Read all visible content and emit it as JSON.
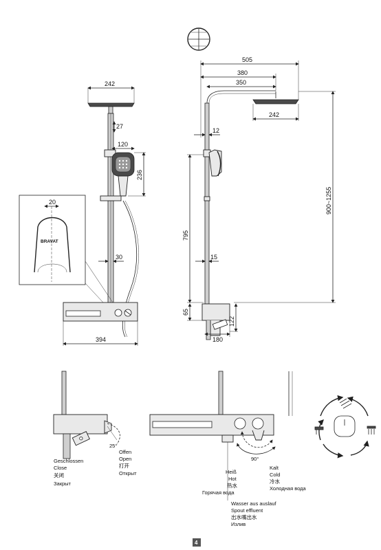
{
  "symbols": {
    "top": "crosshair-install-icon"
  },
  "front_view": {
    "dim_head_width": "242",
    "dim_head_gap": "27",
    "dim_hand_width": "120",
    "dim_hand_height": "236",
    "dim_rail": "30",
    "dim_base_width": "394"
  },
  "detail": {
    "dim_width": "20",
    "brand": "BRAVAT"
  },
  "side_view": {
    "dim_total": "505",
    "dim_arm": "380",
    "dim_arm_inner": "350",
    "dim_head": "242",
    "dim_wall": "12",
    "dim_height_range": "900~1255",
    "dim_mid": "795",
    "dim_holder": "15",
    "dim_base_height": "65",
    "dim_valve": "122",
    "dim_depth": "180"
  },
  "bottom_left": {
    "angle": "25°",
    "open_labels": [
      "Offen",
      "Open",
      "打开",
      "Открыт"
    ],
    "close_labels": [
      "Geschlossen",
      "Close",
      "关闭",
      "Закрыт"
    ]
  },
  "bottom_center": {
    "angle": "90°",
    "hot_labels": [
      "Heiß",
      "Hot",
      "热水",
      "Горячая вода"
    ],
    "cold_labels": [
      "Kalt",
      "Cold",
      "冷水",
      "Холодная вода"
    ],
    "spout_labels": [
      "Wasser aus auslauf",
      "Spout effluent",
      "出水嘴出水",
      "Излив"
    ]
  },
  "page_number": "4"
}
